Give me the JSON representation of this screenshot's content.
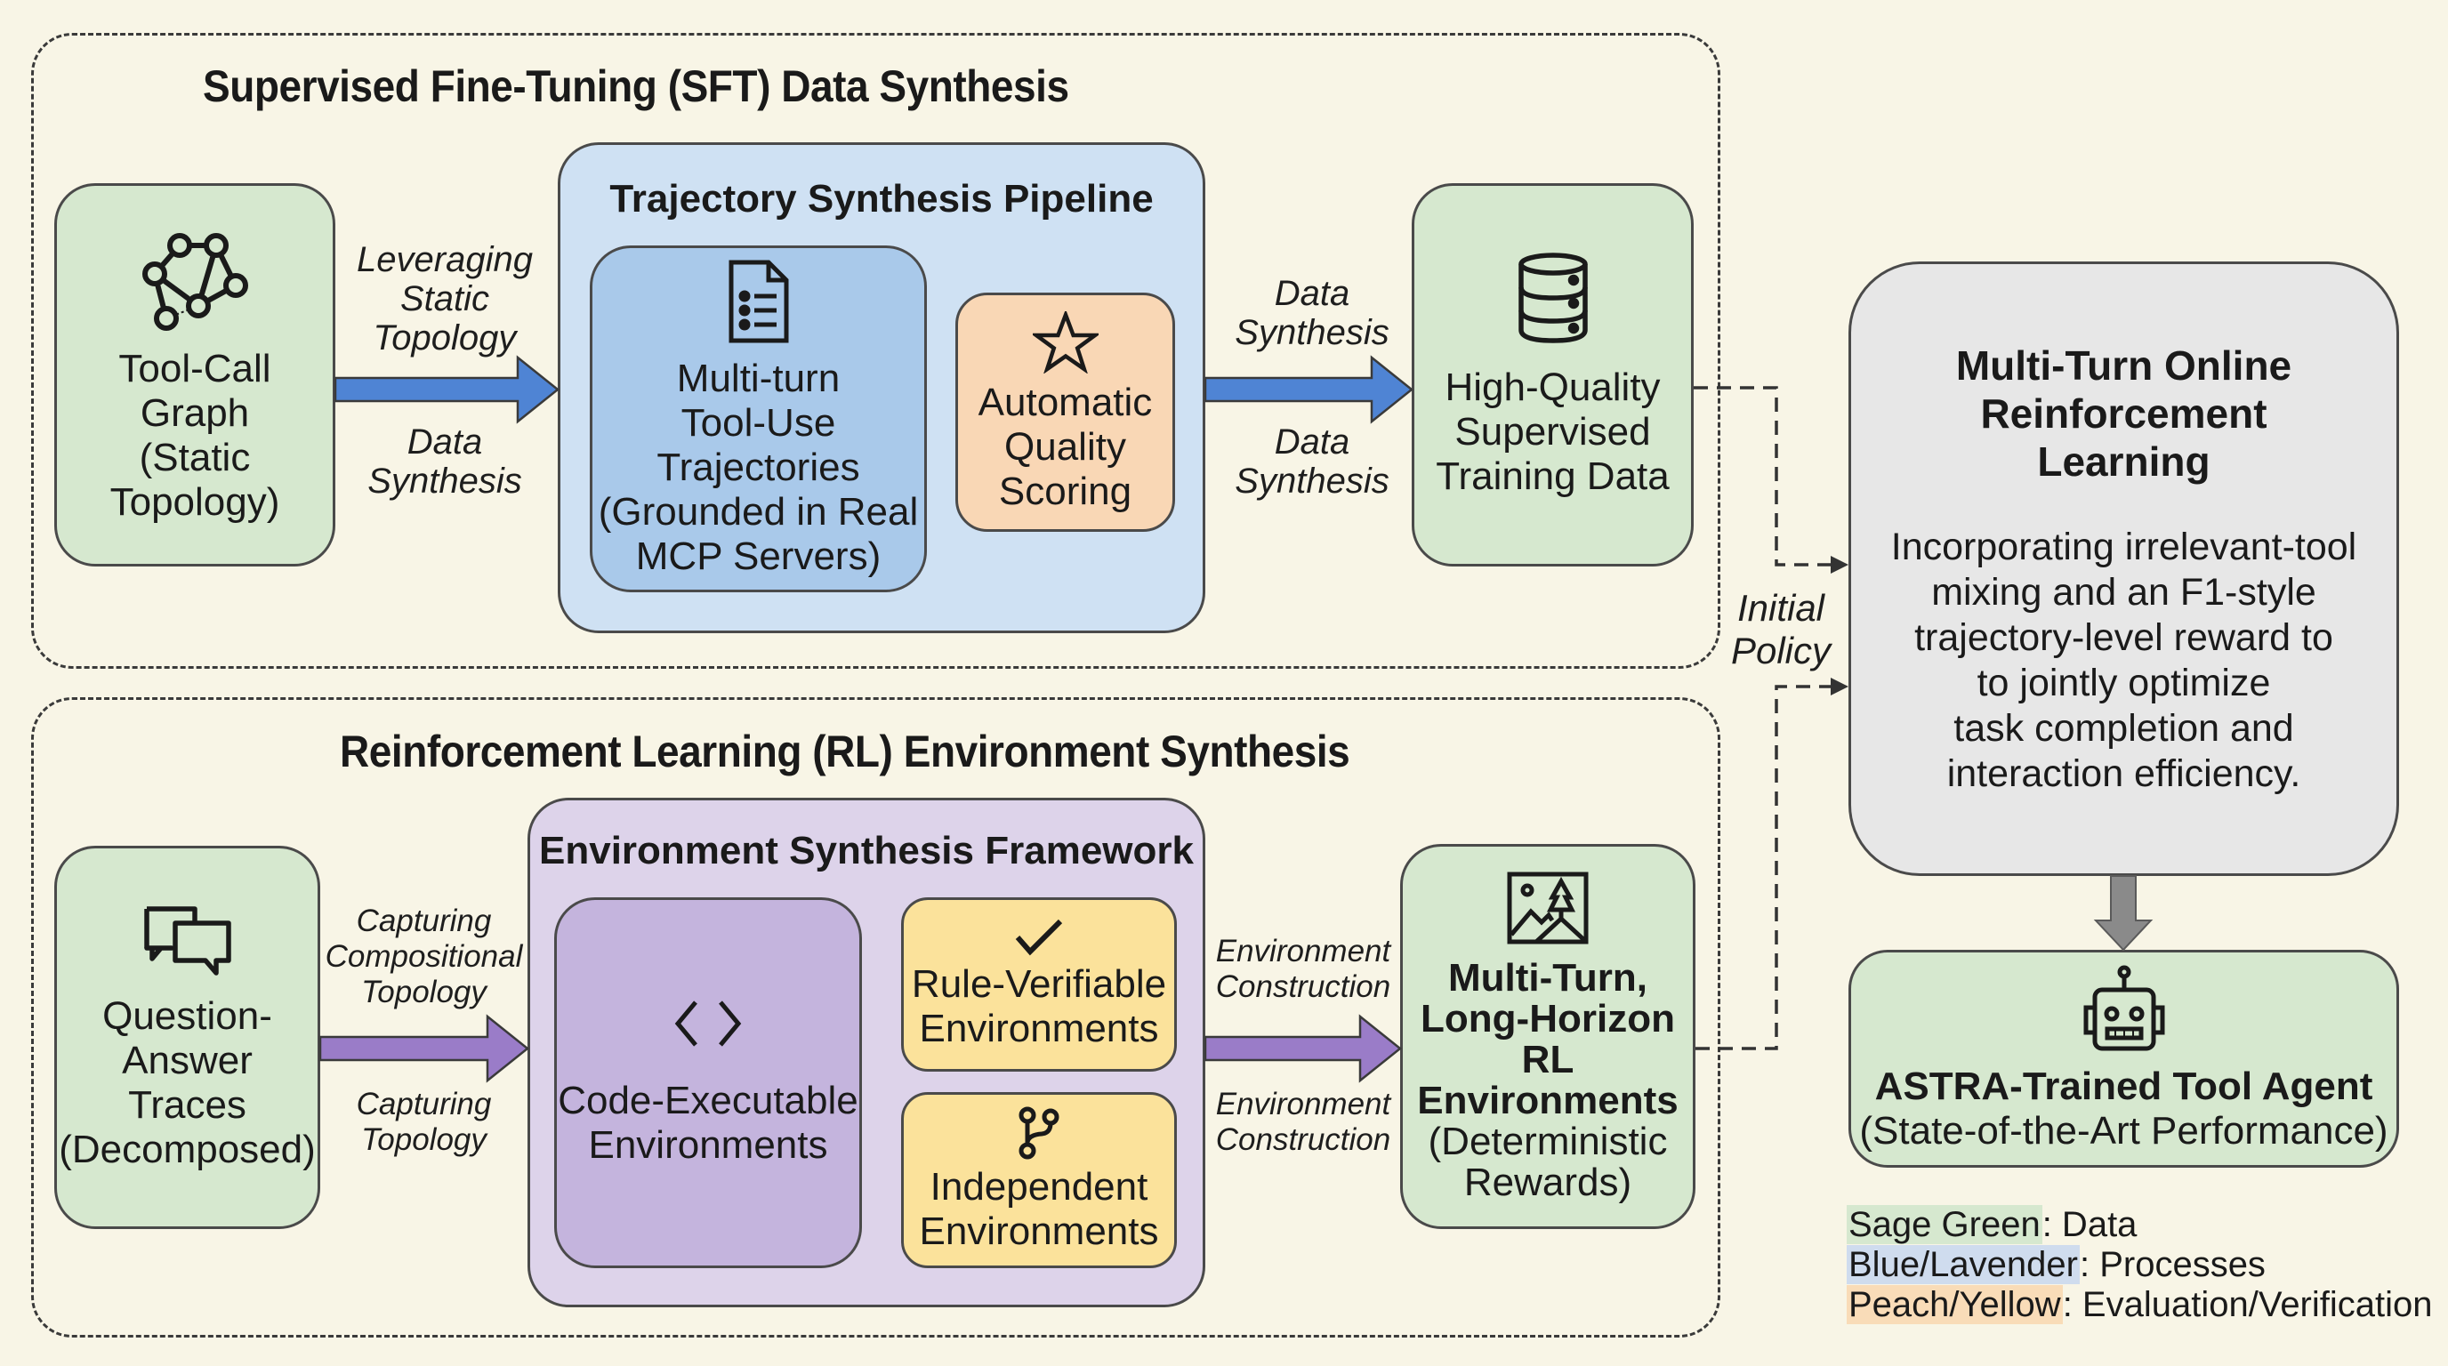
{
  "sft_section": {
    "title": "Supervised Fine-Tuning (SFT) Data Synthesis",
    "tool_call_graph": {
      "icon": "network-graph-icon",
      "label": "Tool-Call\nGraph\n(Static\nTopology)"
    },
    "edge1": {
      "top": "Leveraging\nStatic\nTopology",
      "bottom": "Data\nSynthesis"
    },
    "pipeline": {
      "title": "Trajectory Synthesis Pipeline",
      "trajectories": {
        "icon": "document-list-icon",
        "label": "Multi-turn\nTool-Use\nTrajectories\n(Grounded in Real\nMCP Servers)"
      },
      "scoring": {
        "icon": "star-icon",
        "label": "Automatic\nQuality\nScoring"
      }
    },
    "edge2": {
      "top": "Data\nSynthesis",
      "bottom": "Data\nSynthesis"
    },
    "training_data": {
      "icon": "database-icon",
      "label": "High-Quality\nSupervised\nTraining Data"
    }
  },
  "rl_section": {
    "title": "Reinforcement Learning (RL) Environment Synthesis",
    "qa_traces": {
      "icon": "chat-bubbles-icon",
      "label": "Question-\nAnswer\nTraces\n(Decomposed)"
    },
    "edge1": {
      "top": "Capturing\nCompositional\nTopology",
      "bottom": "Capturing\nTopology"
    },
    "framework": {
      "title": "Environment Synthesis Framework",
      "code_exec": {
        "icon": "code-brackets-icon",
        "label": "Code-Executable\nEnvironments"
      },
      "rule_verifiable": {
        "icon": "checkmark-icon",
        "label": "Rule-Verifiable\nEnvironments"
      },
      "independent": {
        "icon": "git-branch-icon",
        "label": "Independent\nEnvironments"
      }
    },
    "edge2": {
      "top": "Environment\nConstruction",
      "bottom": "Environment\nConstruction"
    },
    "rl_environments": {
      "icon": "landscape-image-icon",
      "title": "Multi-Turn,\nLong-Horizon\nRL Environments",
      "subtitle": "(Deterministic\nRewards)"
    }
  },
  "connector_label": "Initial\nPolicy",
  "online_rl": {
    "title": "Multi-Turn Online\nReinforcement\nLearning",
    "description": "Incorporating irrelevant-tool\nmixing and an F1-style\ntrajectory-level reward to\nto jointly optimize\ntask completion and\ninteraction efficiency."
  },
  "agent": {
    "icon": "robot-icon",
    "title": "ASTRA-Trained Tool Agent",
    "subtitle": "(State-of-the-Art Performance)"
  },
  "legend": [
    {
      "key": "Sage Green",
      "value": ": Data",
      "color": "#d6e8cf"
    },
    {
      "key": "Blue/Lavender",
      "value": ": Processes",
      "color": "#cfdcee"
    },
    {
      "key": "Peach/Yellow",
      "value": ": Evaluation/Verification",
      "color": "#f9dcb8"
    }
  ],
  "colors": {
    "background": "#f8f5e6",
    "sage_green": "#d6e8cf",
    "blue_outer": "#cfe1f3",
    "blue_inner": "#a9c9ea",
    "peach": "#f9d7b5",
    "lavender_outer": "#ddd3ea",
    "lavender_inner": "#c4b4dd",
    "yellow": "#fbe29b",
    "gray": "#e7e7e7",
    "blue_arrow": "#4f84d4",
    "purple_arrow": "#9a7cc8",
    "gray_arrow": "#8a8a8a"
  }
}
